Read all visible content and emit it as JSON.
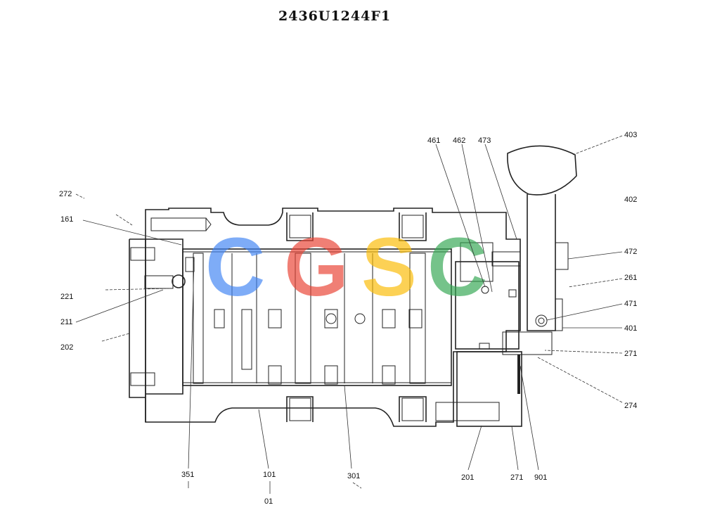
{
  "title": "2436U1244F1",
  "watermark": {
    "letters": [
      "C",
      "G",
      "S",
      "C"
    ],
    "colors": [
      "#4285F4",
      "#EA4335",
      "#FBBC05",
      "#34A853"
    ]
  },
  "labels": {
    "l403": "403",
    "l461": "461",
    "l462": "462",
    "l473": "473",
    "l272": "272",
    "l402": "402",
    "l161": "161",
    "l472": "472",
    "l261": "261",
    "l221": "221",
    "l471": "471",
    "l211": "211",
    "l401": "401",
    "l202": "202",
    "l271a": "271",
    "l274": "274",
    "l351": "351",
    "l101": "101",
    "l01": "01",
    "l301": "301",
    "l201": "201",
    "l271b": "271",
    "l901": "901"
  }
}
